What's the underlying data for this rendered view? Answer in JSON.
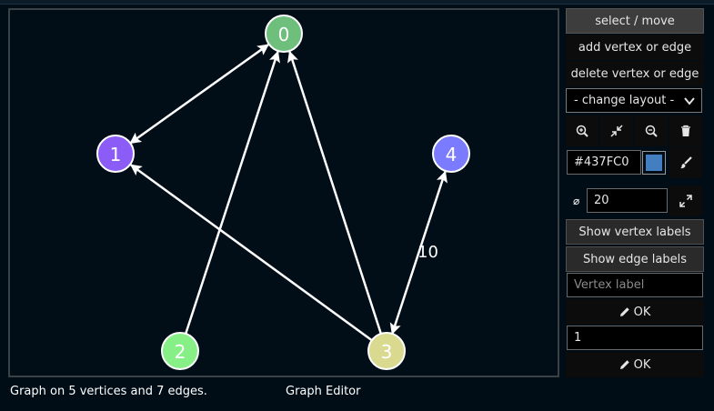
{
  "app": {
    "title": "Graph Editor"
  },
  "status": {
    "text": "Graph on 5 vertices and 7 edges."
  },
  "colors": {
    "accent": "#437FC0",
    "background": "#010e18",
    "edge": "#ffffff"
  },
  "graph": {
    "vertices": [
      {
        "label": "0",
        "color": "#6dbf7b"
      },
      {
        "label": "1",
        "color": "#8b5cf6"
      },
      {
        "label": "2",
        "color": "#86f086"
      },
      {
        "label": "3",
        "color": "#d9d990"
      },
      {
        "label": "4",
        "color": "#7b7bff"
      }
    ],
    "edges": [
      {
        "from": 1,
        "to": 0,
        "directed": true,
        "double": true,
        "label": ""
      },
      {
        "from": 2,
        "to": 0,
        "directed": true,
        "double": false,
        "label": ""
      },
      {
        "from": 3,
        "to": 0,
        "directed": true,
        "double": false,
        "label": ""
      },
      {
        "from": 3,
        "to": 1,
        "directed": true,
        "double": false,
        "label": ""
      },
      {
        "from": 3,
        "to": 4,
        "directed": true,
        "double": true,
        "label": "10"
      }
    ]
  },
  "toolbar": {
    "select_move": "select / move",
    "add_vertex_edge": "add vertex or edge",
    "delete_vertex_edge": "delete vertex or edge",
    "layout_selected": "- change layout -",
    "icons": [
      "zoom-in-icon",
      "shrink-icon",
      "zoom-out-icon",
      "trash-icon"
    ],
    "color_value": "#437FC0",
    "size_value": "20",
    "show_vertex_labels": "Show vertex labels",
    "show_edge_labels": "Show edge labels",
    "vertex_label_placeholder": "Vertex label",
    "ok_label": "OK",
    "edge_label_value": "1"
  }
}
